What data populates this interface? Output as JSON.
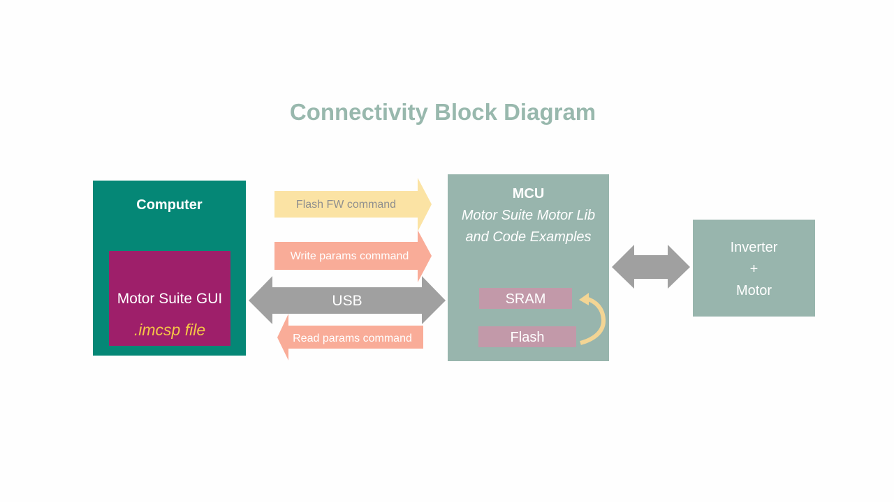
{
  "title": "Connectivity Block Diagram",
  "computer": {
    "label": "Computer",
    "gui": {
      "label": "Motor Suite GUI",
      "file": ".imcsp file"
    },
    "color": "#058776",
    "gui_color": "#9e1f6a",
    "file_color": "#f5c646"
  },
  "links": {
    "flash_fw": {
      "label": "Flash FW command",
      "direction": "right",
      "color": "#fbe3a4"
    },
    "write_params": {
      "label": "Write params command",
      "direction": "right",
      "color": "#f9ac98"
    },
    "usb": {
      "label": "USB",
      "direction": "both",
      "color": "#a0a0a0"
    },
    "read_params": {
      "label": "Read params command",
      "direction": "left",
      "color": "#f9ac98"
    },
    "mcu_inverter": {
      "direction": "both",
      "color": "#a0a0a0"
    }
  },
  "mcu": {
    "title": "MCU",
    "subtitle_line1": "Motor Suite Motor Lib",
    "subtitle_line2": "and Code Examples",
    "memory": {
      "sram": "SRAM",
      "flash": "Flash"
    },
    "color": "#98b5ad",
    "memory_color": "#c299a9",
    "load_arrow_color": "#f3d594"
  },
  "inverter": {
    "line1": "Inverter",
    "line2": "+",
    "line3": "Motor",
    "color": "#98b5ad"
  }
}
